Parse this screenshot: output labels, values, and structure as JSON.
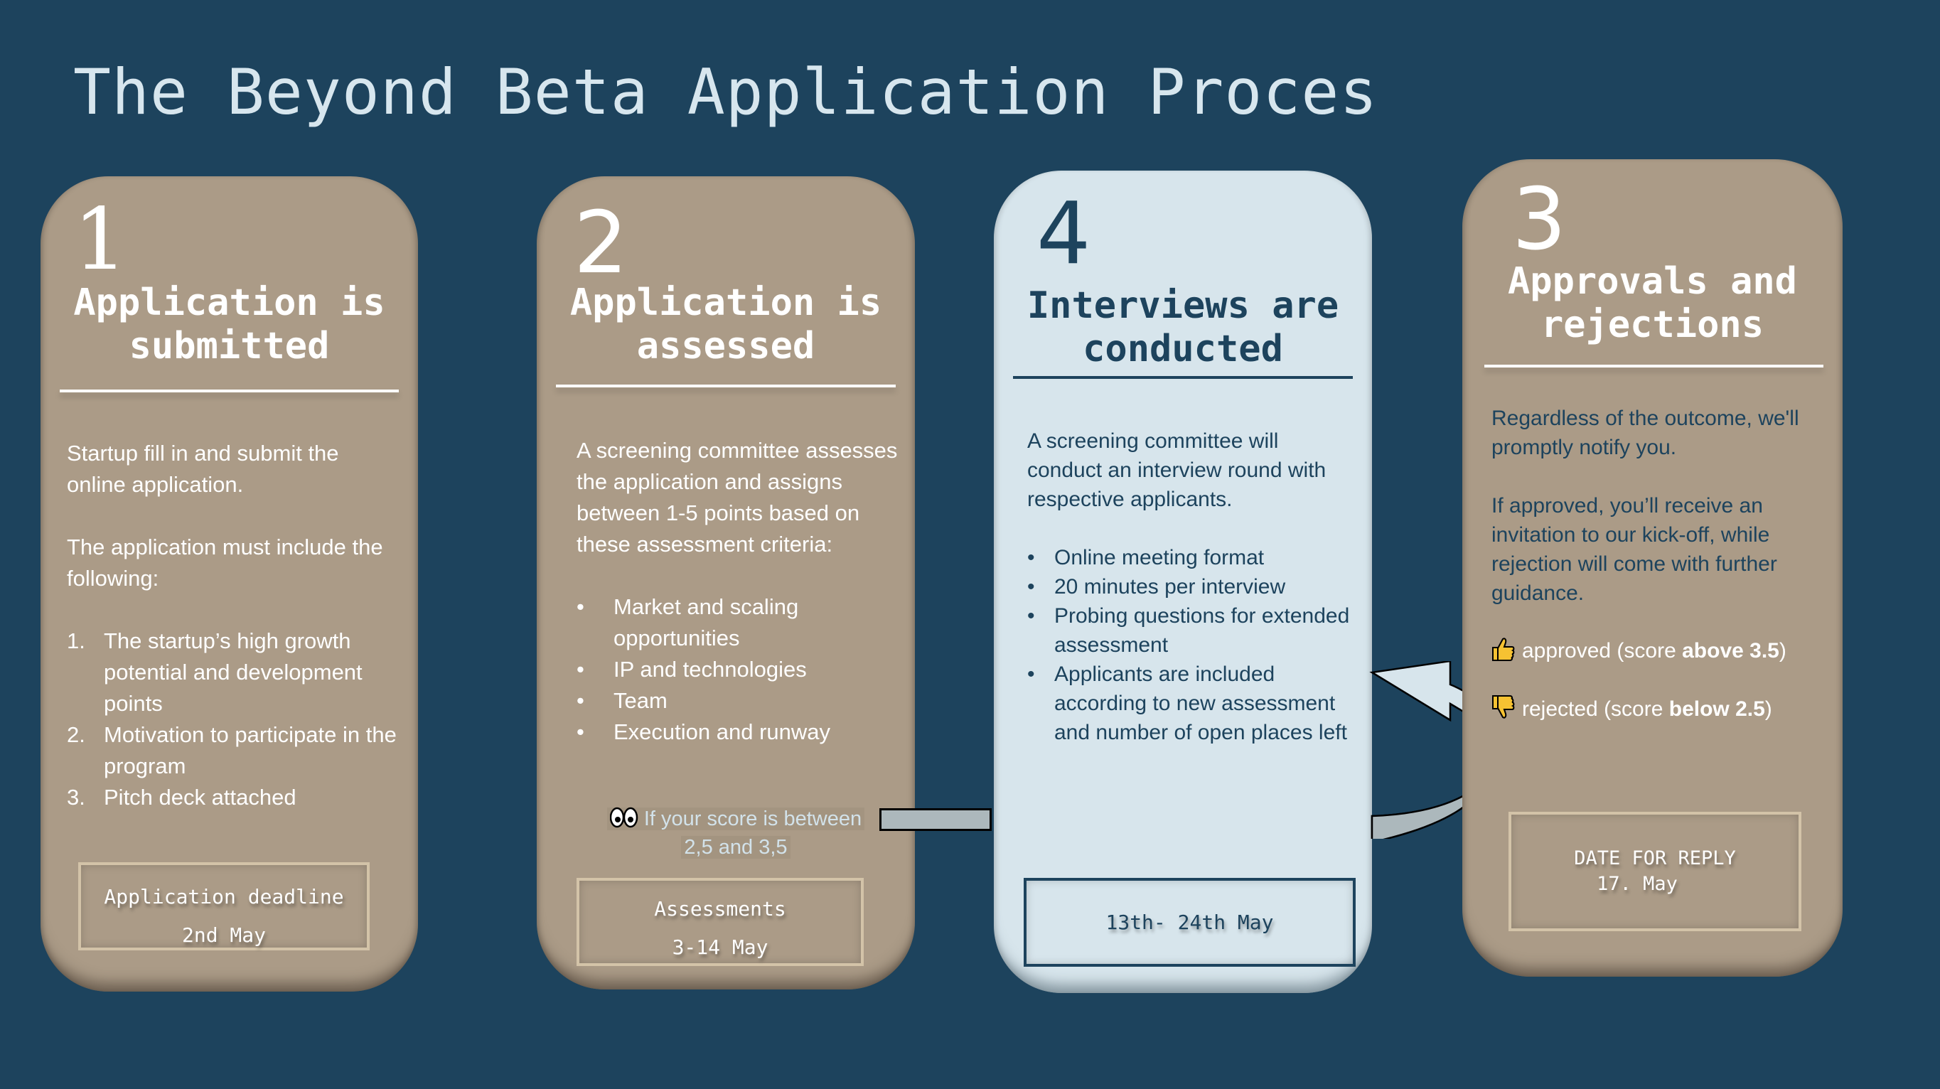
{
  "title": "The Beyond Beta Application Proces",
  "colors": {
    "background": "#1d435d",
    "card_tan": "#ab9b87",
    "card_light": "#d7e5ec",
    "text_navy": "#1d435d",
    "connector": "#acb8bc"
  },
  "cards": {
    "submitted": {
      "number": "1",
      "heading": "Application is\nsubmitted",
      "intro": "Startup fill in and submit the online application.",
      "lead": "The application must include the following:",
      "items": [
        {
          "marker": "1.",
          "text": "The startup’s high growth potential and development points"
        },
        {
          "marker": "2.",
          "text": "Motivation to participate in the program"
        },
        {
          "marker": "3.",
          "text": "Pitch deck attached"
        }
      ],
      "date_label": "Application deadline",
      "date_value": "2nd May"
    },
    "assessed": {
      "number": "2",
      "heading": "Application is\nassessed",
      "intro": "A screening committee assesses the application and assigns between 1-5 points based on these assessment criteria:",
      "items": [
        "Market and scaling opportunities",
        "IP and technologies",
        "Team",
        "Execution and runway"
      ],
      "hint_icon": "eyes-icon",
      "hint_line1": "If your score is between",
      "hint_line2": "2,5 and 3,5",
      "date_label": "Assessments",
      "date_value": "3-14 May"
    },
    "interviews": {
      "number": "4",
      "heading": "Interviews are\nconducted",
      "intro": "A screening committee will conduct an interview round with respective applicants.",
      "items": [
        "Online meeting format",
        "20 minutes per interview",
        "Probing questions for extended assessment",
        "Applicants are included according to new assessment and number of open places left"
      ],
      "date_value": "13th- 24th May"
    },
    "approvals": {
      "number": "3",
      "heading": "Approvals and\nrejections",
      "intro": "Regardless of the outcome, we'll promptly notify you.",
      "detail": "If approved, you’ll receive an invitation to our kick-off, while rejection will come with further guidance.",
      "approved": {
        "icon": "thumbs-up-icon",
        "prefix": "approved (score ",
        "bold": "above 3.5",
        "suffix": ")"
      },
      "rejected": {
        "icon": "thumbs-down-icon",
        "prefix": "rejected (score ",
        "bold": "below 2.5",
        "suffix": ")"
      },
      "date_label": "DATE FOR REPLY",
      "date_value": "17. May"
    }
  }
}
